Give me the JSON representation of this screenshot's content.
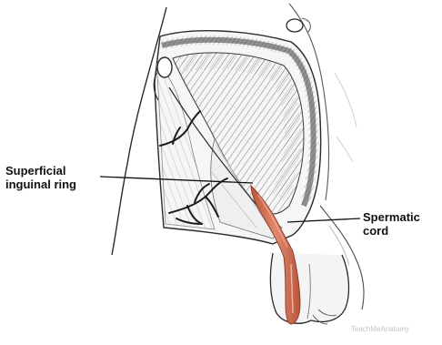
{
  "labels": {
    "superficial_ring_line1": "Superficial",
    "superficial_ring_line2": "inguinal ring",
    "spermatic_cord_line1": "Spermatic",
    "spermatic_cord_line2": "cord"
  },
  "watermark": "TeachMeAnatomy",
  "colors": {
    "cord": "#d0735a",
    "ink": "#2a2a2a",
    "background": "#ffffff"
  }
}
